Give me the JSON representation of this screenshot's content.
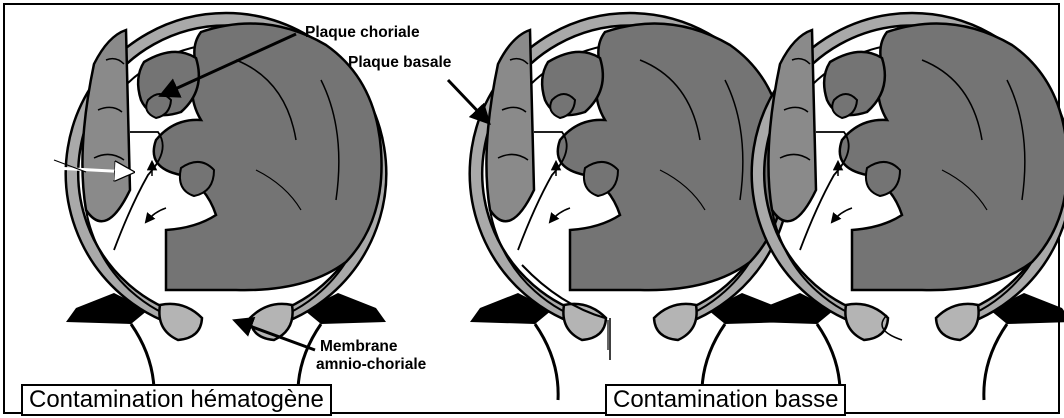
{
  "labels": {
    "plaque_choriale": "Plaque choriale",
    "plaque_basale": "Plaque basale",
    "membrane_line1": "Membrane",
    "membrane_line2": "amnio-choriale"
  },
  "captions": {
    "left": "Contamination hématogène",
    "right": "Contamination basse"
  },
  "colors": {
    "fetus": "#747474",
    "placenta": "#8a8a8a",
    "uterine_wall": "#a9a9a9",
    "cervix": "#b4b4b4",
    "ink": "#000000",
    "background": "#ffffff"
  }
}
